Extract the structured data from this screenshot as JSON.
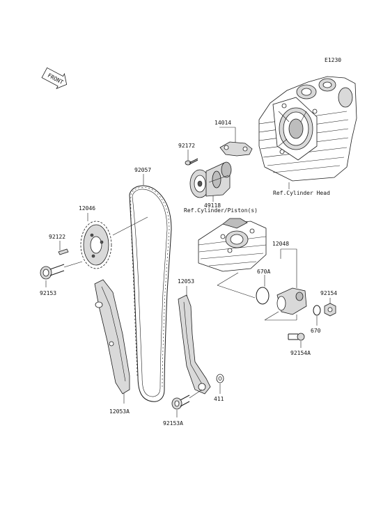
{
  "diagram": {
    "code": "E1230",
    "front_badge": "FRONT",
    "colors": {
      "line": "#1a1a1a",
      "shade": "#d9d9d9",
      "dark_shade": "#bdbdbd",
      "background": "#ffffff"
    },
    "references": {
      "cylinder_head": "Ref.Cylinder Head",
      "cylinder_piston": "Ref.Cylinder/Piston(s)"
    },
    "parts": {
      "p14014": "14014",
      "p92172": "92172",
      "p92057": "92057",
      "p49118": "49118",
      "p12046": "12046",
      "p92122": "92122",
      "p92153": "92153",
      "p12048": "12048",
      "p670A": "670A",
      "p92154": "92154",
      "p670": "670",
      "p92154A": "92154A",
      "p12053": "12053",
      "p12053A": "12053A",
      "p411": "411",
      "p92153A": "92153A"
    }
  }
}
